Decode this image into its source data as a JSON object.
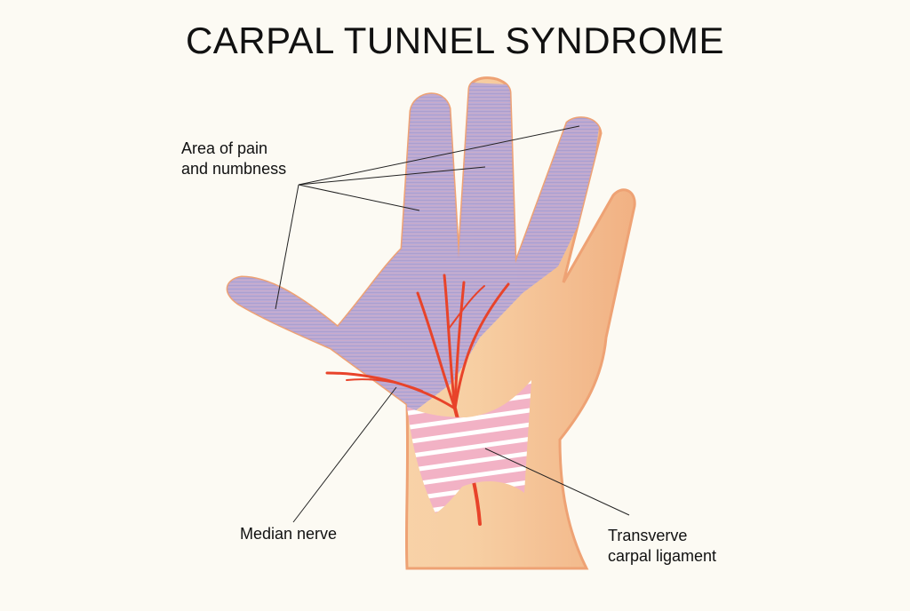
{
  "title": "CARPAL TUNNEL SYNDROME",
  "labels": {
    "pain_area": [
      "Area of pain",
      "and numbness"
    ],
    "median_nerve": "Median nerve",
    "ligament": [
      "Transverve",
      "carpal ligament"
    ]
  },
  "colors": {
    "background": "#fcfaf3",
    "skin": "#f7cfa3",
    "skin_edge": "#eea274",
    "numb_area": "#b3a6d6",
    "nerve": "#e8432a",
    "ligament": "#f2b2c5",
    "ligament_stripe": "#ffffff",
    "text": "#111111"
  }
}
